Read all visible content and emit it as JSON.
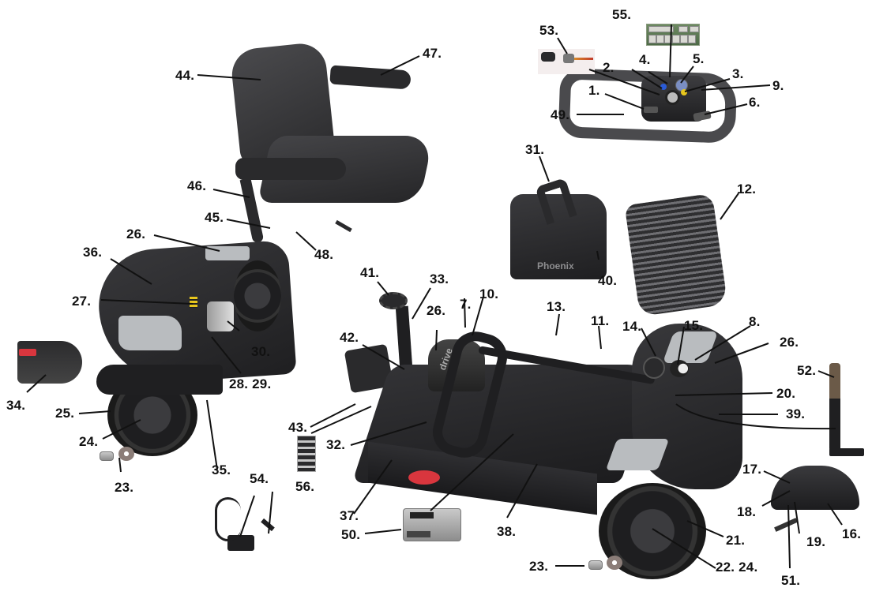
{
  "diagram": {
    "type": "exploded-parts-diagram",
    "subject": "mobility scooter",
    "brand_text_on_battery": "Phoenix",
    "brand_text_on_tiller": "drive",
    "colors": {
      "body": "#2a2a2c",
      "accent_panel": "#b9bcbf",
      "reflector": "#d9363e",
      "label_text": "#111111",
      "background": "#ffffff"
    }
  },
  "labels": [
    {
      "id": "1",
      "text": "1."
    },
    {
      "id": "2",
      "text": "2."
    },
    {
      "id": "3",
      "text": "3."
    },
    {
      "id": "4",
      "text": "4."
    },
    {
      "id": "5",
      "text": "5."
    },
    {
      "id": "6",
      "text": "6."
    },
    {
      "id": "7",
      "text": "7."
    },
    {
      "id": "8",
      "text": "8."
    },
    {
      "id": "9",
      "text": "9."
    },
    {
      "id": "10",
      "text": "10."
    },
    {
      "id": "11",
      "text": "11."
    },
    {
      "id": "12",
      "text": "12."
    },
    {
      "id": "13",
      "text": "13."
    },
    {
      "id": "14",
      "text": "14."
    },
    {
      "id": "15",
      "text": "15."
    },
    {
      "id": "16",
      "text": "16."
    },
    {
      "id": "17",
      "text": "17."
    },
    {
      "id": "18",
      "text": "18."
    },
    {
      "id": "19",
      "text": "19."
    },
    {
      "id": "20",
      "text": "20."
    },
    {
      "id": "21",
      "text": "21."
    },
    {
      "id": "22_24",
      "text": "22. 24."
    },
    {
      "id": "23a",
      "text": "23."
    },
    {
      "id": "23b",
      "text": "23."
    },
    {
      "id": "24",
      "text": "24."
    },
    {
      "id": "25",
      "text": "25."
    },
    {
      "id": "26a",
      "text": "26."
    },
    {
      "id": "26b",
      "text": "26."
    },
    {
      "id": "26c",
      "text": "26."
    },
    {
      "id": "27",
      "text": "27."
    },
    {
      "id": "28_29",
      "text": "28. 29."
    },
    {
      "id": "30",
      "text": "30."
    },
    {
      "id": "31",
      "text": "31."
    },
    {
      "id": "32",
      "text": "32."
    },
    {
      "id": "33",
      "text": "33."
    },
    {
      "id": "34",
      "text": "34."
    },
    {
      "id": "35",
      "text": "35."
    },
    {
      "id": "36",
      "text": "36."
    },
    {
      "id": "37",
      "text": "37."
    },
    {
      "id": "38",
      "text": "38."
    },
    {
      "id": "39",
      "text": "39."
    },
    {
      "id": "40",
      "text": "40."
    },
    {
      "id": "41",
      "text": "41."
    },
    {
      "id": "42",
      "text": "42."
    },
    {
      "id": "43",
      "text": "43."
    },
    {
      "id": "44",
      "text": "44."
    },
    {
      "id": "45",
      "text": "45."
    },
    {
      "id": "46",
      "text": "46."
    },
    {
      "id": "47",
      "text": "47."
    },
    {
      "id": "48",
      "text": "48."
    },
    {
      "id": "49",
      "text": "49."
    },
    {
      "id": "50",
      "text": "50."
    },
    {
      "id": "51",
      "text": "51."
    },
    {
      "id": "52",
      "text": "52."
    },
    {
      "id": "53",
      "text": "53."
    },
    {
      "id": "54",
      "text": "54."
    },
    {
      "id": "55",
      "text": "55."
    },
    {
      "id": "56",
      "text": "56."
    }
  ],
  "components": [
    {
      "name": "seat",
      "labels": [
        "44",
        "45",
        "46",
        "47",
        "48"
      ]
    },
    {
      "name": "tiller-console",
      "labels": [
        "1",
        "2",
        "3",
        "4",
        "5",
        "6",
        "9",
        "49",
        "53",
        "55"
      ]
    },
    {
      "name": "battery-pack",
      "labels": [
        "31",
        "40"
      ]
    },
    {
      "name": "front-basket",
      "labels": [
        "12"
      ]
    },
    {
      "name": "rear-section",
      "labels": [
        "24",
        "25",
        "26",
        "27",
        "28",
        "29",
        "30",
        "34",
        "35",
        "36"
      ]
    },
    {
      "name": "tiller-column",
      "labels": [
        "7",
        "10",
        "11",
        "13",
        "14",
        "15",
        "33",
        "41",
        "42"
      ]
    },
    {
      "name": "chassis-front",
      "labels": [
        "8",
        "20",
        "21",
        "22",
        "24",
        "26",
        "37",
        "38",
        "39"
      ]
    },
    {
      "name": "front-fork-assembly",
      "labels": [
        "16",
        "17",
        "18",
        "19",
        "51",
        "52"
      ]
    },
    {
      "name": "charger",
      "labels": [
        "54"
      ]
    },
    {
      "name": "controller",
      "labels": [
        "50"
      ]
    },
    {
      "name": "fuse-block",
      "labels": [
        "43",
        "56"
      ]
    },
    {
      "name": "axle-bolt-washer",
      "labels": [
        "23"
      ]
    }
  ]
}
